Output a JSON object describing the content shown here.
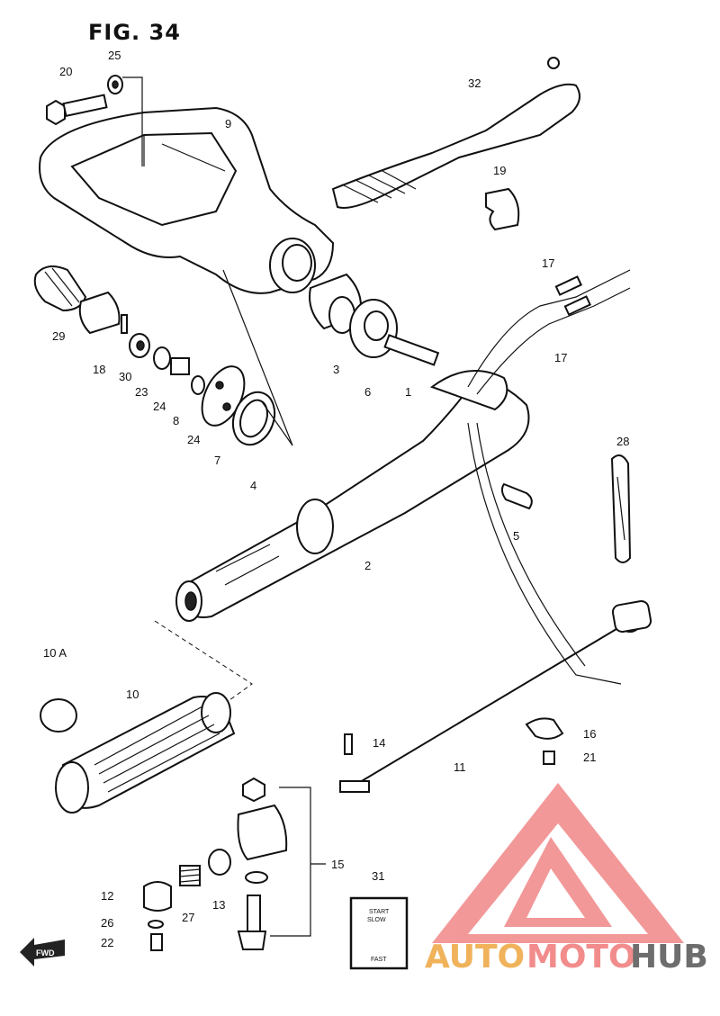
{
  "figure": {
    "title": "FIG. 34"
  },
  "callouts": {
    "c1": "1",
    "c2": "2",
    "c3": "3",
    "c4": "4",
    "c5": "5",
    "c6": "6",
    "c7": "7",
    "c8": "8",
    "c9": "9",
    "c10": "10",
    "c10a": "10 A",
    "c11": "11",
    "c12": "12",
    "c13": "13",
    "c14": "14",
    "c15": "15",
    "c16": "16",
    "c17a": "17",
    "c17b": "17",
    "c18": "18",
    "c19": "19",
    "c20": "20",
    "c21": "21",
    "c22": "22",
    "c23": "23",
    "c24a": "24",
    "c24b": "24",
    "c25": "25",
    "c26": "26",
    "c27": "27",
    "c28": "28",
    "c29": "29",
    "c30": "30",
    "c31": "31",
    "c32": "32"
  },
  "decal": {
    "line1": "START",
    "line2": "SLOW",
    "line3": "FAST"
  },
  "fwd": {
    "label": "FWD"
  },
  "watermark": {
    "auto": "AUTO",
    "moto": "MOTO",
    "hub": "HUB",
    "colors": {
      "auto": "#f0b25a",
      "moto": "#f28c8c",
      "hub": "#6d6d6d",
      "triangle": "#f07f7f"
    }
  }
}
